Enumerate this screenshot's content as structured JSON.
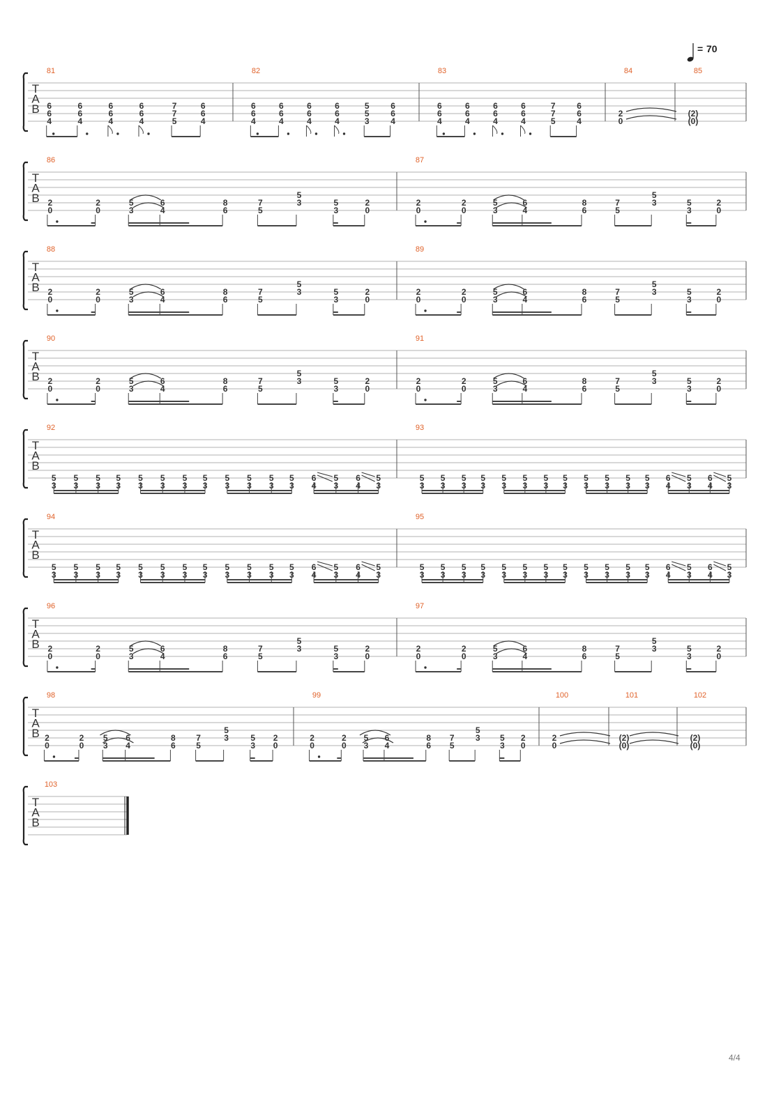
{
  "tempo": {
    "symbol": "=",
    "value": "70"
  },
  "page_number": "4/4",
  "tab_clef": [
    "T",
    "A",
    "B"
  ],
  "systems": [
    {
      "measures": [
        {
          "number": "81",
          "pattern": "C"
        },
        {
          "number": "82",
          "pattern": "C2"
        },
        {
          "number": "83",
          "pattern": "C3"
        },
        {
          "number": "84",
          "pattern": "T",
          "frets": [
            "2",
            "0"
          ]
        },
        {
          "number": "85",
          "pattern": "TE",
          "frets": [
            "(2)",
            "(0)"
          ]
        }
      ]
    },
    {
      "measures": [
        {
          "number": "86",
          "pattern": "A"
        },
        {
          "number": "87",
          "pattern": "A"
        }
      ]
    },
    {
      "measures": [
        {
          "number": "88",
          "pattern": "A"
        },
        {
          "number": "89",
          "pattern": "A"
        }
      ]
    },
    {
      "measures": [
        {
          "number": "90",
          "pattern": "A"
        },
        {
          "number": "91",
          "pattern": "A"
        }
      ]
    },
    {
      "measures": [
        {
          "number": "92",
          "pattern": "B"
        },
        {
          "number": "93",
          "pattern": "B"
        }
      ]
    },
    {
      "measures": [
        {
          "number": "94",
          "pattern": "B"
        },
        {
          "number": "95",
          "pattern": "B"
        }
      ]
    },
    {
      "measures": [
        {
          "number": "96",
          "pattern": "A"
        },
        {
          "number": "97",
          "pattern": "A"
        }
      ]
    },
    {
      "measures": [
        {
          "number": "98",
          "pattern": "A"
        },
        {
          "number": "99",
          "pattern": "A"
        },
        {
          "number": "100",
          "pattern": "T",
          "frets": [
            "2",
            "0"
          ]
        },
        {
          "number": "101",
          "pattern": "T",
          "frets": [
            "(2)",
            "(0)"
          ]
        },
        {
          "number": "102",
          "pattern": "TE",
          "frets": [
            "(2)",
            "(0)"
          ]
        }
      ]
    },
    {
      "measures": [
        {
          "number": "103",
          "pattern": "END"
        }
      ]
    }
  ],
  "patterns": {
    "A": [
      {
        "pos": 0.03,
        "notes": [
          [
            "2",
            4
          ],
          [
            "0",
            5
          ]
        ]
      },
      {
        "pos": 0.16,
        "notes": [
          [
            "2",
            4
          ],
          [
            "0",
            5
          ]
        ]
      },
      {
        "pos": 0.25,
        "notes": [
          [
            "5",
            4
          ],
          [
            "3",
            5
          ]
        ]
      },
      {
        "pos": 0.335,
        "notes": [
          [
            "6",
            4
          ],
          [
            "4",
            5
          ]
        ]
      },
      {
        "pos": 0.505,
        "notes": [
          [
            "8",
            4
          ],
          [
            "6",
            5
          ]
        ]
      },
      {
        "pos": 0.6,
        "notes": [
          [
            "7",
            4
          ],
          [
            "5",
            5
          ]
        ]
      },
      {
        "pos": 0.705,
        "notes": [
          [
            "5",
            3
          ],
          [
            "3",
            4
          ]
        ]
      },
      {
        "pos": 0.805,
        "notes": [
          [
            "5",
            4
          ],
          [
            "3",
            5
          ]
        ]
      },
      {
        "pos": 0.89,
        "notes": [
          [
            "2",
            4
          ],
          [
            "0",
            5
          ]
        ]
      }
    ],
    "C": [
      {
        "pos": 0.05,
        "notes": [
          [
            "6",
            3
          ],
          [
            "6",
            4
          ],
          [
            "4",
            5
          ]
        ]
      },
      {
        "pos": 0.2,
        "notes": [
          [
            "6",
            3
          ],
          [
            "6",
            4
          ],
          [
            "4",
            5
          ]
        ]
      },
      {
        "pos": 0.35,
        "notes": [
          [
            "6",
            3
          ],
          [
            "6",
            4
          ],
          [
            "4",
            5
          ]
        ]
      },
      {
        "pos": 0.5,
        "notes": [
          [
            "6",
            3
          ],
          [
            "6",
            4
          ],
          [
            "4",
            5
          ]
        ]
      },
      {
        "pos": 0.66,
        "notes": [
          [
            "7",
            3
          ],
          [
            "7",
            4
          ],
          [
            "5",
            5
          ]
        ]
      },
      {
        "pos": 0.8,
        "notes": [
          [
            "6",
            3
          ],
          [
            "6",
            4
          ],
          [
            "4",
            5
          ]
        ]
      }
    ],
    "C2": [
      {
        "pos": 0.05,
        "notes": [
          [
            "6",
            3
          ],
          [
            "6",
            4
          ],
          [
            "4",
            5
          ]
        ]
      },
      {
        "pos": 0.2,
        "notes": [
          [
            "6",
            3
          ],
          [
            "6",
            4
          ],
          [
            "4",
            5
          ]
        ]
      },
      {
        "pos": 0.35,
        "notes": [
          [
            "6",
            3
          ],
          [
            "6",
            4
          ],
          [
            "4",
            5
          ]
        ]
      },
      {
        "pos": 0.5,
        "notes": [
          [
            "6",
            3
          ],
          [
            "6",
            4
          ],
          [
            "4",
            5
          ]
        ]
      },
      {
        "pos": 0.66,
        "notes": [
          [
            "5",
            3
          ],
          [
            "5",
            4
          ],
          [
            "3",
            5
          ]
        ]
      },
      {
        "pos": 0.8,
        "notes": [
          [
            "6",
            3
          ],
          [
            "6",
            4
          ],
          [
            "4",
            5
          ]
        ]
      }
    ],
    "C3": [
      {
        "pos": 0.05,
        "notes": [
          [
            "6",
            3
          ],
          [
            "6",
            4
          ],
          [
            "4",
            5
          ]
        ]
      },
      {
        "pos": 0.2,
        "notes": [
          [
            "6",
            3
          ],
          [
            "6",
            4
          ],
          [
            "4",
            5
          ]
        ]
      },
      {
        "pos": 0.35,
        "notes": [
          [
            "6",
            3
          ],
          [
            "6",
            4
          ],
          [
            "4",
            5
          ]
        ]
      },
      {
        "pos": 0.5,
        "notes": [
          [
            "6",
            3
          ],
          [
            "6",
            4
          ],
          [
            "4",
            5
          ]
        ]
      },
      {
        "pos": 0.66,
        "notes": [
          [
            "7",
            3
          ],
          [
            "7",
            4
          ],
          [
            "5",
            5
          ]
        ]
      },
      {
        "pos": 0.8,
        "notes": [
          [
            "6",
            3
          ],
          [
            "6",
            4
          ],
          [
            "4",
            5
          ]
        ]
      }
    ],
    "B": [
      {
        "pos": 0.04,
        "notes": [
          [
            "5",
            5
          ],
          [
            "3",
            6
          ]
        ]
      },
      {
        "pos": 0.1,
        "notes": [
          [
            "5",
            5
          ],
          [
            "3",
            6
          ]
        ]
      },
      {
        "pos": 0.16,
        "notes": [
          [
            "5",
            5
          ],
          [
            "3",
            6
          ]
        ]
      },
      {
        "pos": 0.215,
        "notes": [
          [
            "5",
            5
          ],
          [
            "3",
            6
          ]
        ]
      },
      {
        "pos": 0.275,
        "notes": [
          [
            "5",
            5
          ],
          [
            "3",
            6
          ]
        ]
      },
      {
        "pos": 0.335,
        "notes": [
          [
            "5",
            5
          ],
          [
            "3",
            6
          ]
        ]
      },
      {
        "pos": 0.395,
        "notes": [
          [
            "5",
            5
          ],
          [
            "3",
            6
          ]
        ]
      },
      {
        "pos": 0.45,
        "notes": [
          [
            "5",
            5
          ],
          [
            "3",
            6
          ]
        ]
      },
      {
        "pos": 0.51,
        "notes": [
          [
            "5",
            5
          ],
          [
            "3",
            6
          ]
        ]
      },
      {
        "pos": 0.57,
        "notes": [
          [
            "5",
            5
          ],
          [
            "3",
            6
          ]
        ]
      },
      {
        "pos": 0.63,
        "notes": [
          [
            "5",
            5
          ],
          [
            "3",
            6
          ]
        ]
      },
      {
        "pos": 0.685,
        "notes": [
          [
            "5",
            5
          ],
          [
            "3",
            6
          ]
        ]
      },
      {
        "pos": 0.745,
        "notes": [
          [
            "6",
            5
          ],
          [
            "4",
            6
          ]
        ]
      },
      {
        "pos": 0.805,
        "notes": [
          [
            "5",
            5
          ],
          [
            "3",
            6
          ]
        ]
      },
      {
        "pos": 0.865,
        "notes": [
          [
            "6",
            5
          ],
          [
            "4",
            6
          ]
        ]
      },
      {
        "pos": 0.92,
        "notes": [
          [
            "5",
            5
          ],
          [
            "3",
            6
          ]
        ]
      }
    ]
  }
}
